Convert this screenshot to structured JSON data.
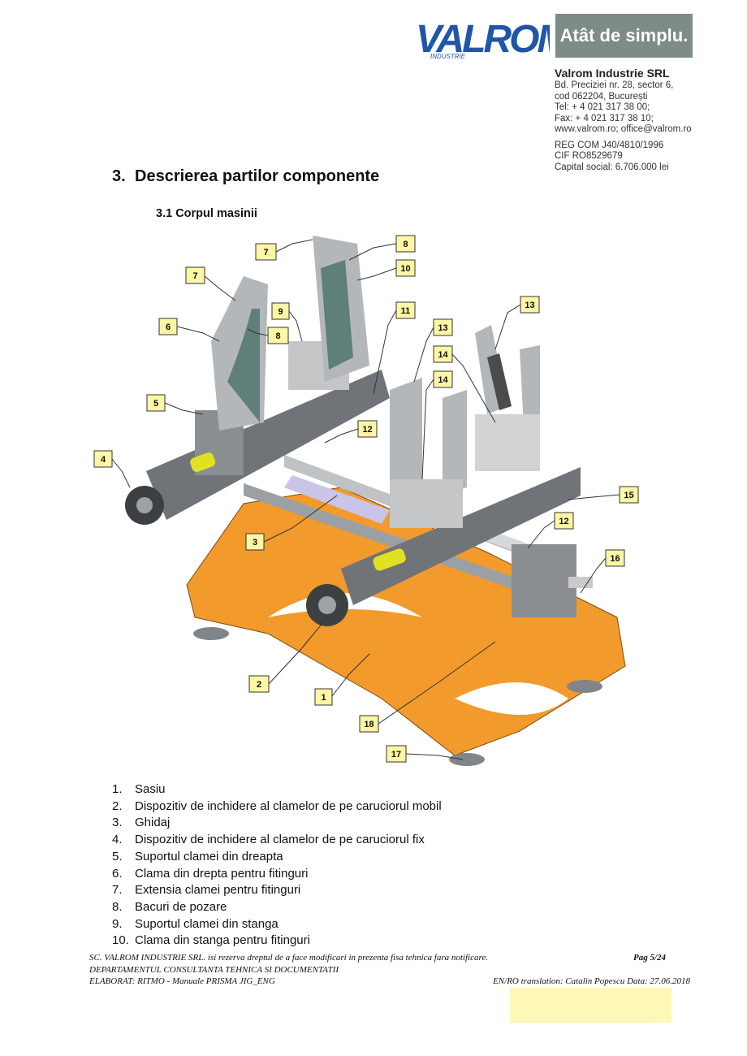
{
  "header": {
    "logo_text": "VALROM",
    "logo_subtext": "INDUSTRIE",
    "slogan": "Atât de simplu.",
    "company_name": "Valrom Industrie SRL",
    "address_lines": [
      "Bd. Preciziei nr. 28, sector 6,",
      "cod 062204, București",
      "Tel:   + 4 021 317 38 00;",
      "Fax: + 4 021 317 38 10;",
      "www.valrom.ro;  office@valrom.ro"
    ],
    "registry_lines": [
      "REG COM J40/4810/1996",
      "CIF RO8529679",
      "Capital social: 6.706.000 lei"
    ]
  },
  "section": {
    "number": "3.",
    "title": "Descrierea partilor componente"
  },
  "subsection": {
    "number": "3.1",
    "title": "Corpul masinii"
  },
  "figure": {
    "labels": [
      "1",
      "2",
      "3",
      "4",
      "5",
      "6",
      "7",
      "7",
      "8",
      "8",
      "9",
      "10",
      "11",
      "12",
      "12",
      "13",
      "13",
      "14",
      "14",
      "15",
      "16",
      "17",
      "18"
    ]
  },
  "parts": [
    {
      "num": "1.",
      "text": "Sasiu"
    },
    {
      "num": "2.",
      "text": "Dispozitiv de inchidere al clamelor de pe caruciorul mobil"
    },
    {
      "num": "3.",
      "text": "Ghidaj"
    },
    {
      "num": "4.",
      "text": "Dispozitiv de inchidere al clamelor de pe caruciorul fix"
    },
    {
      "num": "5.",
      "text": "Suportul clamei din dreapta"
    },
    {
      "num": "6.",
      "text": "Clama din drepta pentru fitinguri"
    },
    {
      "num": "7.",
      "text": "Extensia clamei pentru fitinguri"
    },
    {
      "num": "8.",
      "text": "Bacuri de pozare"
    },
    {
      "num": "9.",
      "text": "Suportul clamei din stanga"
    },
    {
      "num": "10.",
      "text": "Clama din stanga pentru fitinguri"
    }
  ],
  "footer": {
    "line1": "SC. VALROM INDUSTRIE SRL. isi rezerva dreptul de a face modificari in prezenta fisa tehnica fara notificare.",
    "page": "Pag 5/24",
    "line2": "DEPARTAMENTUL CONSULTANTA TEHNICA SI DOCUMENTATII",
    "line3": "ELABORAT: RITMO - Manuale PRISMA JIG_ENG",
    "translation": "EN/RO translation: Catalin Popescu Data: 27.06.2018"
  },
  "colors": {
    "slogan_bg": "#7d8c85",
    "logo_blue": "#1f56a8",
    "chassis": "#f39a2c",
    "label_fill": "#fdf6a4",
    "steel": "#a9abad"
  }
}
